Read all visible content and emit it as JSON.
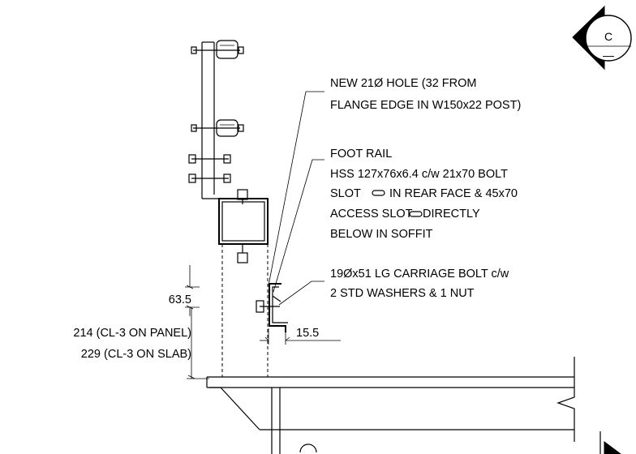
{
  "section_marker": {
    "letter": "C",
    "sheet": "—"
  },
  "notes": {
    "hole": [
      "NEW 21Ø HOLE (32 FROM",
      "FLANGE EDGE IN W150x22 POST)"
    ],
    "foot_rail": [
      "FOOT RAIL",
      "HSS 127x76x6.4 c/w 21x70 BOLT",
      "SLOT",
      "IN REAR FACE & 45x70",
      "ACCESS SLOT",
      "DIRECTLY",
      "BELOW IN SOFFIT"
    ],
    "carriage_bolt": [
      "19Øx51 LG CARRIAGE BOLT c/w",
      "2 STD WASHERS & 1 NUT"
    ]
  },
  "dimensions": {
    "bolt_offset": "63.5",
    "height_panel": "214 (CL-3 ON PANEL)",
    "height_slab": "229 (CL-3 ON SLAB)",
    "rail_gap": "15.5"
  }
}
